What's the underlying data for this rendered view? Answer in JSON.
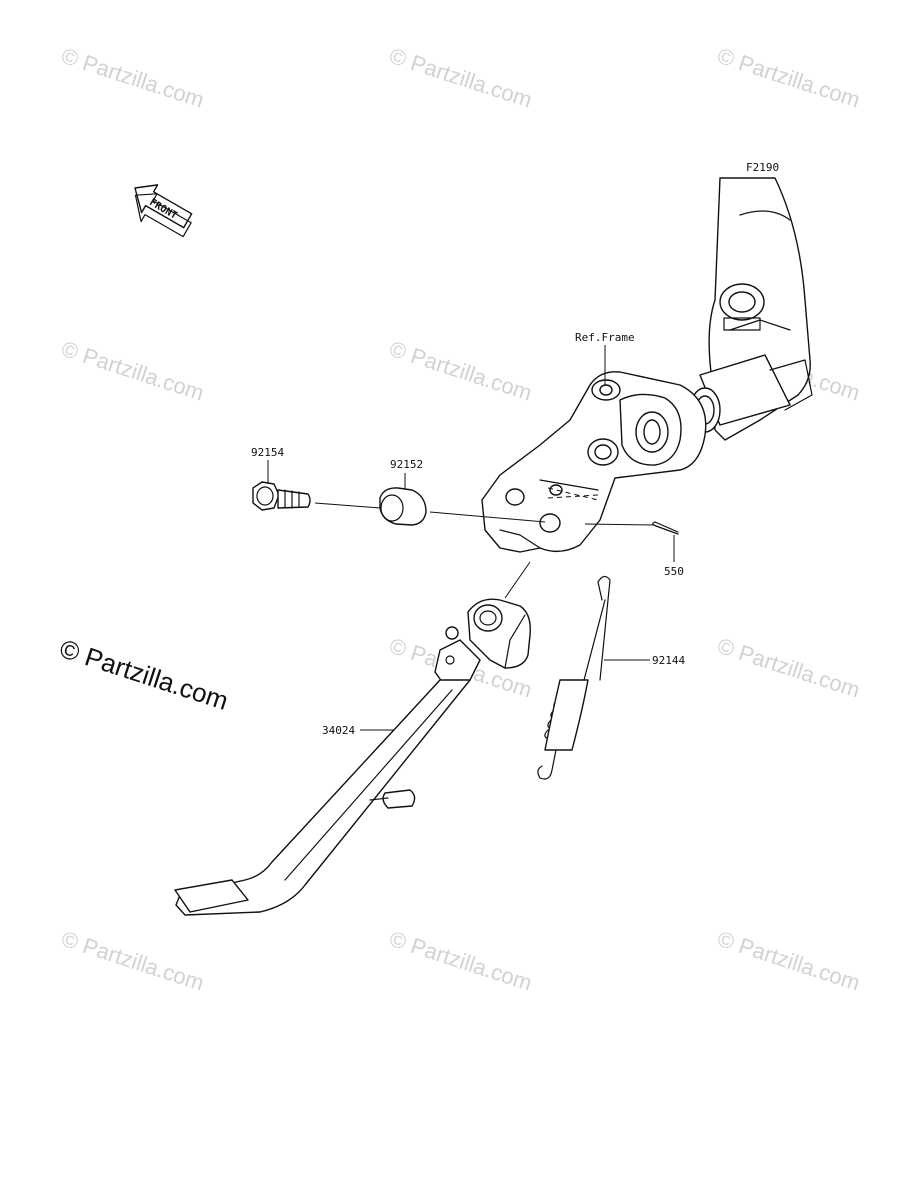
{
  "diagram": {
    "code": "F2190",
    "front_arrow_label": "FRONT",
    "ref_frame_label": "Ref.Frame",
    "parts": [
      {
        "number": "92154"
      },
      {
        "number": "92152"
      },
      {
        "number": "550"
      },
      {
        "number": "92144"
      },
      {
        "number": "34024"
      }
    ]
  },
  "watermark": {
    "small_text": "© Partzilla.com",
    "main_text": "© Partzilla.com"
  },
  "colors": {
    "line": "#111111",
    "watermark": "#d2d2d2",
    "background": "#ffffff"
  }
}
